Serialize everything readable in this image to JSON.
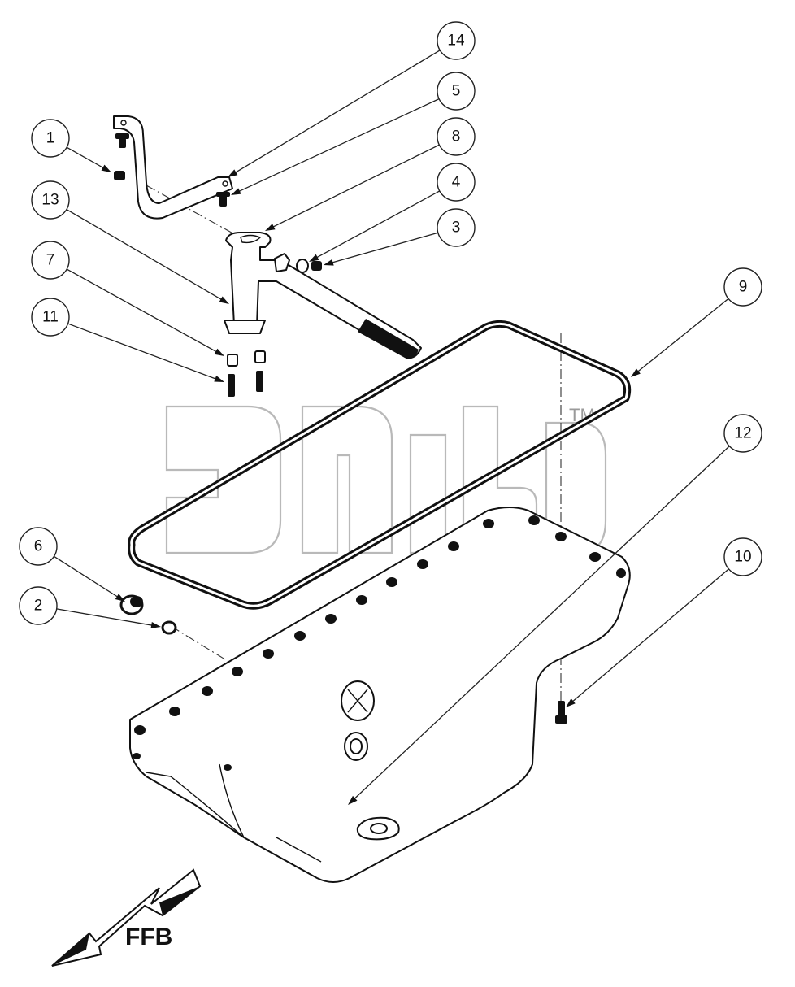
{
  "diagram": {
    "callouts": [
      "1",
      "2",
      "3",
      "4",
      "5",
      "6",
      "7",
      "8",
      "9",
      "10",
      "11",
      "12",
      "13",
      "14"
    ],
    "direction_label": "FFB",
    "watermark_trademark": "TM"
  }
}
